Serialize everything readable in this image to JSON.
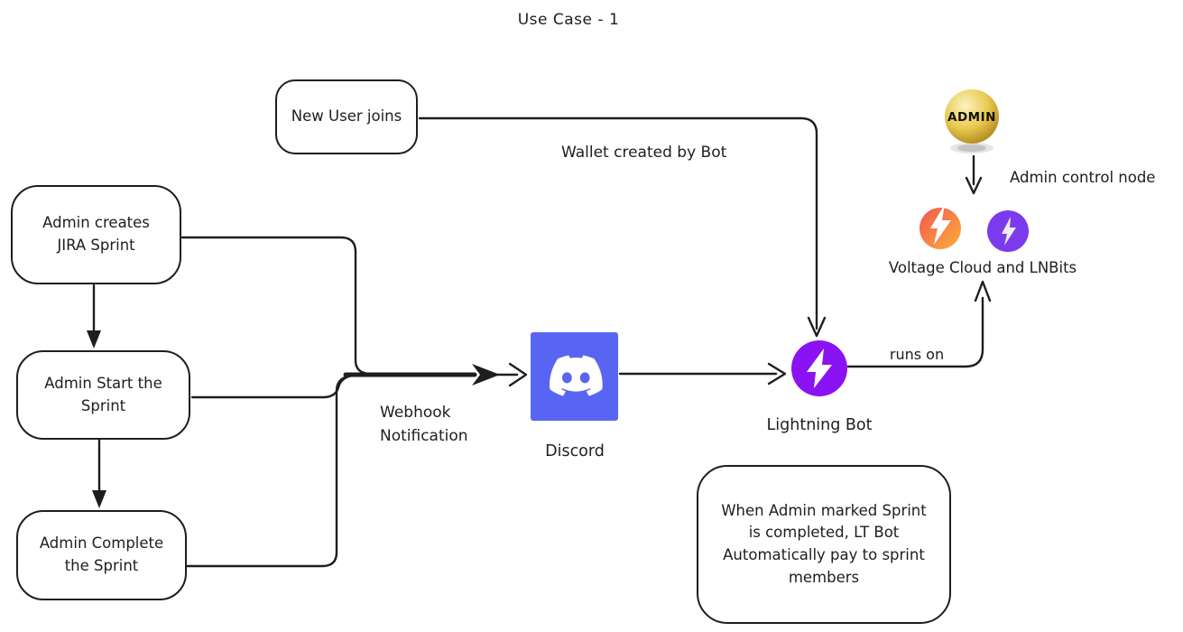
{
  "title": "Use Case - 1",
  "boxes": {
    "new_user": "New User joins",
    "admin_creates": "Admin creates\nJIRA Sprint",
    "admin_start": "Admin Start the\nSprint",
    "admin_complete": "Admin Complete\nthe Sprint",
    "note": "When Admin marked Sprint\nis completed, LT Bot\nAutomatically pay to sprint\nmembers"
  },
  "labels": {
    "wallet_created": "Wallet created by Bot",
    "webhook": "Webhook\nNotification",
    "discord": "Discord",
    "lightning_bot": "Lightning Bot",
    "runs_on": "runs on",
    "admin_control_node": "Admin control node",
    "voltage_lnbits": "Voltage Cloud and LNBits",
    "admin_coin_text": "ADMIN"
  },
  "colors": {
    "stroke": "#1e1e1e",
    "discord_bg": "#5865F2",
    "discord_fg": "#FFFFFF",
    "bot_bg": "#8B12F2",
    "bot_fg": "#FFFFFF",
    "lnbits_bg": "#7C3AED",
    "lnbits_fg": "#EDEDED",
    "voltage_grad_start": "#F2564F",
    "voltage_grad_end": "#FBB03B",
    "coin_grad_light": "#FBF3C0",
    "coin_grad_mid": "#E9C94F",
    "coin_grad_dark": "#9C7210",
    "coin_text": "#111111"
  }
}
